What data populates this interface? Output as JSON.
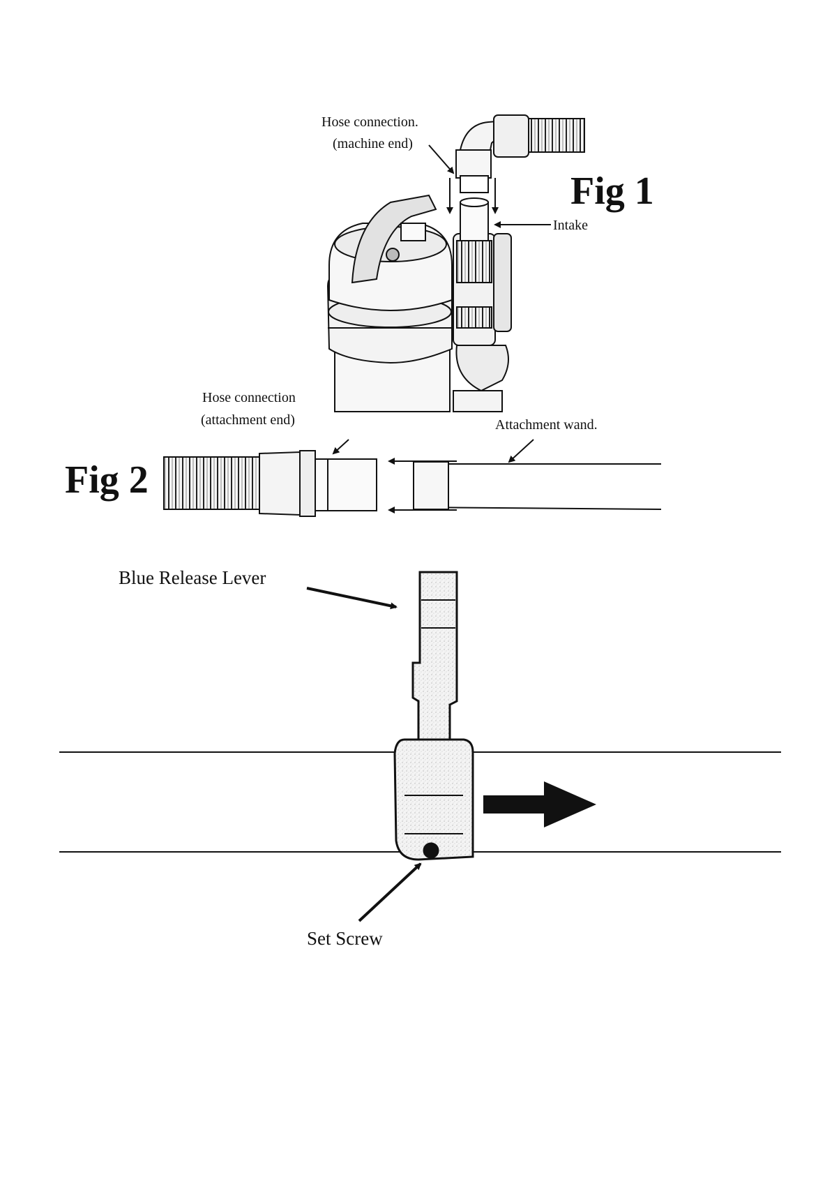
{
  "fig1": {
    "title": "Fig 1",
    "hose_machine_end_line1": "Hose connection.",
    "hose_machine_end_line2": "(machine end)",
    "intake": "Intake"
  },
  "fig2": {
    "title": "Fig 2",
    "hose_attachment_end_line1": "Hose connection",
    "hose_attachment_end_line2": "(attachment end)",
    "attachment_wand": "Attachment wand."
  },
  "fig3": {
    "release_lever": "Blue Release Lever",
    "set_screw": "Set Screw"
  },
  "colors": {
    "line": "#111111",
    "fill_light": "#f2f2f2",
    "fill_mid": "#d9d9d9"
  }
}
